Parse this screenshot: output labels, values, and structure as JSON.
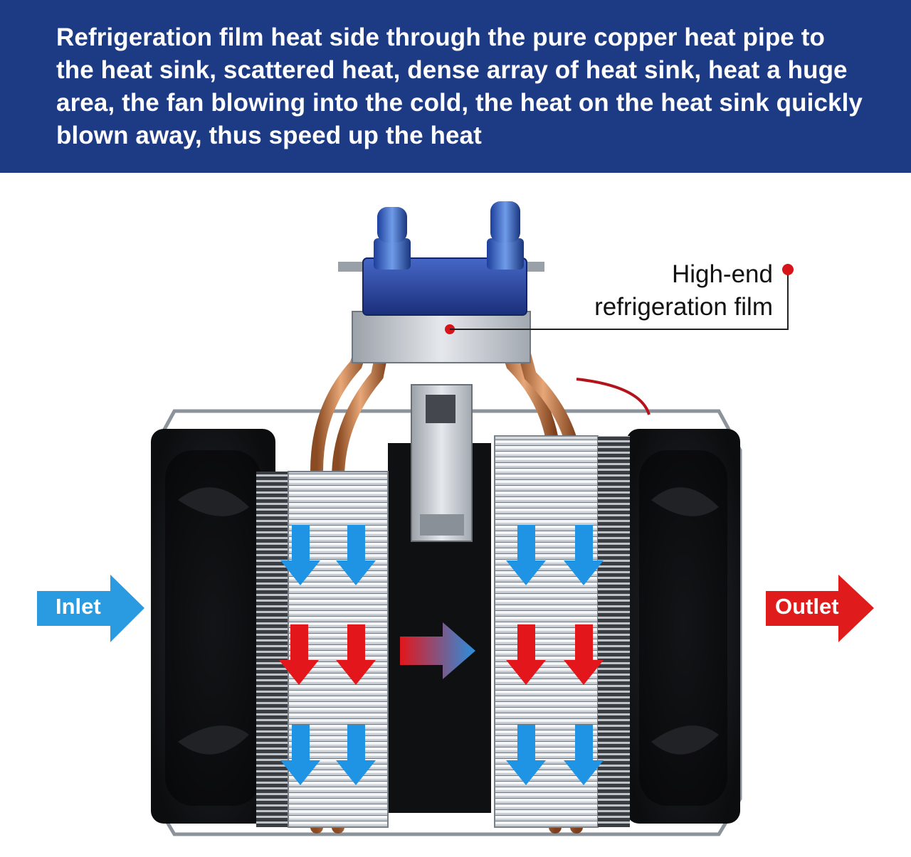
{
  "header": {
    "text": "Refrigeration film heat side through the pure copper heat pipe to the heat sink, scattered heat, dense array of heat sink, heat a huge area, the fan blowing into the cold, the heat on the heat sink quickly blown away, thus speed up the heat",
    "background": "#1d3a85"
  },
  "callout": {
    "line1": "High-end",
    "line2": "refrigeration film",
    "marker_color": "#d8141b"
  },
  "flow": {
    "inlet_label": "Inlet",
    "outlet_label": "Outlet",
    "inlet_color": "#2a9be0",
    "outlet_color": "#e01b1b"
  },
  "arrows": {
    "cold_color": "#1f93e4",
    "hot_color": "#e3161b"
  }
}
